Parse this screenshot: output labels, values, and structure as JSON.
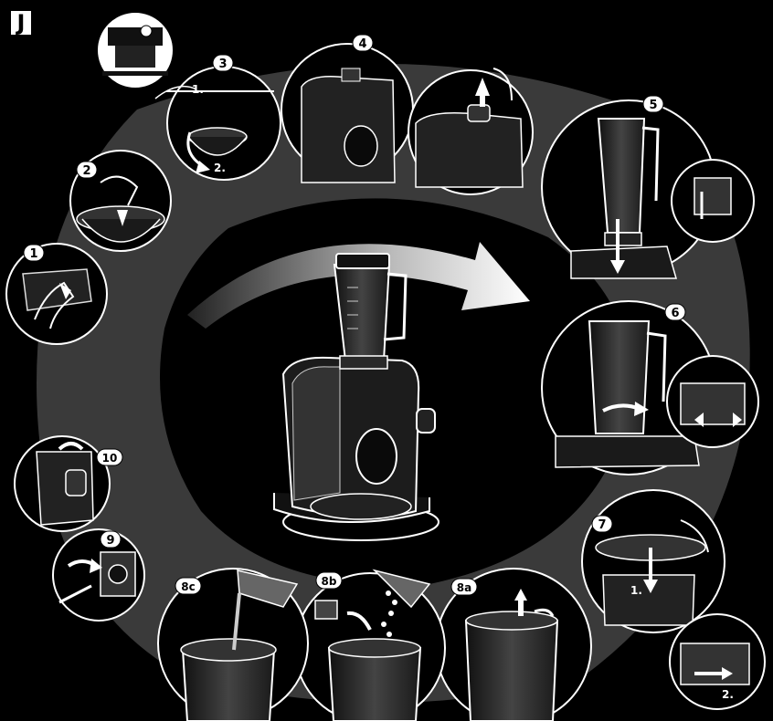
{
  "figure": {
    "section_letter": "J",
    "center_image": "food-processor-with-blender-jug",
    "steps": [
      {
        "id": "1",
        "label": "1"
      },
      {
        "id": "2",
        "label": "2"
      },
      {
        "id": "3",
        "label": "3",
        "sub_labels": [
          "1.",
          "2."
        ]
      },
      {
        "id": "4",
        "label": "4"
      },
      {
        "id": "5",
        "label": "5"
      },
      {
        "id": "6",
        "label": "6"
      },
      {
        "id": "7",
        "label": "7",
        "sub_labels": [
          "1.",
          "2."
        ]
      },
      {
        "id": "8a",
        "label": "8a"
      },
      {
        "id": "8b",
        "label": "8b"
      },
      {
        "id": "8c",
        "label": "8c"
      },
      {
        "id": "9",
        "label": "9"
      },
      {
        "id": "10",
        "label": "10"
      }
    ]
  }
}
